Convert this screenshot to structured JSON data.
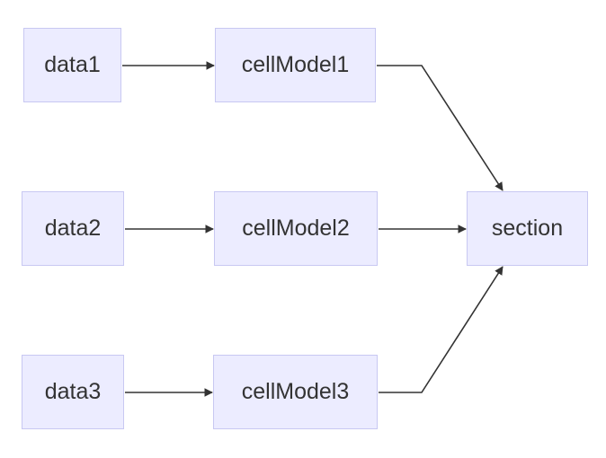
{
  "diagram": {
    "type": "flowchart",
    "direction": "LR",
    "colors": {
      "node_fill": "#ececff",
      "node_border": "#c8c8f2",
      "edge": "#333333",
      "text": "#333333"
    },
    "nodes": {
      "data1": "data1",
      "data2": "data2",
      "data3": "data3",
      "cellModel1": "cellModel1",
      "cellModel2": "cellModel2",
      "cellModel3": "cellModel3",
      "section": "section"
    },
    "edges": [
      {
        "from": "data1",
        "to": "cellModel1"
      },
      {
        "from": "data2",
        "to": "cellModel2"
      },
      {
        "from": "data3",
        "to": "cellModel3"
      },
      {
        "from": "cellModel1",
        "to": "section"
      },
      {
        "from": "cellModel2",
        "to": "section"
      },
      {
        "from": "cellModel3",
        "to": "section"
      }
    ]
  }
}
